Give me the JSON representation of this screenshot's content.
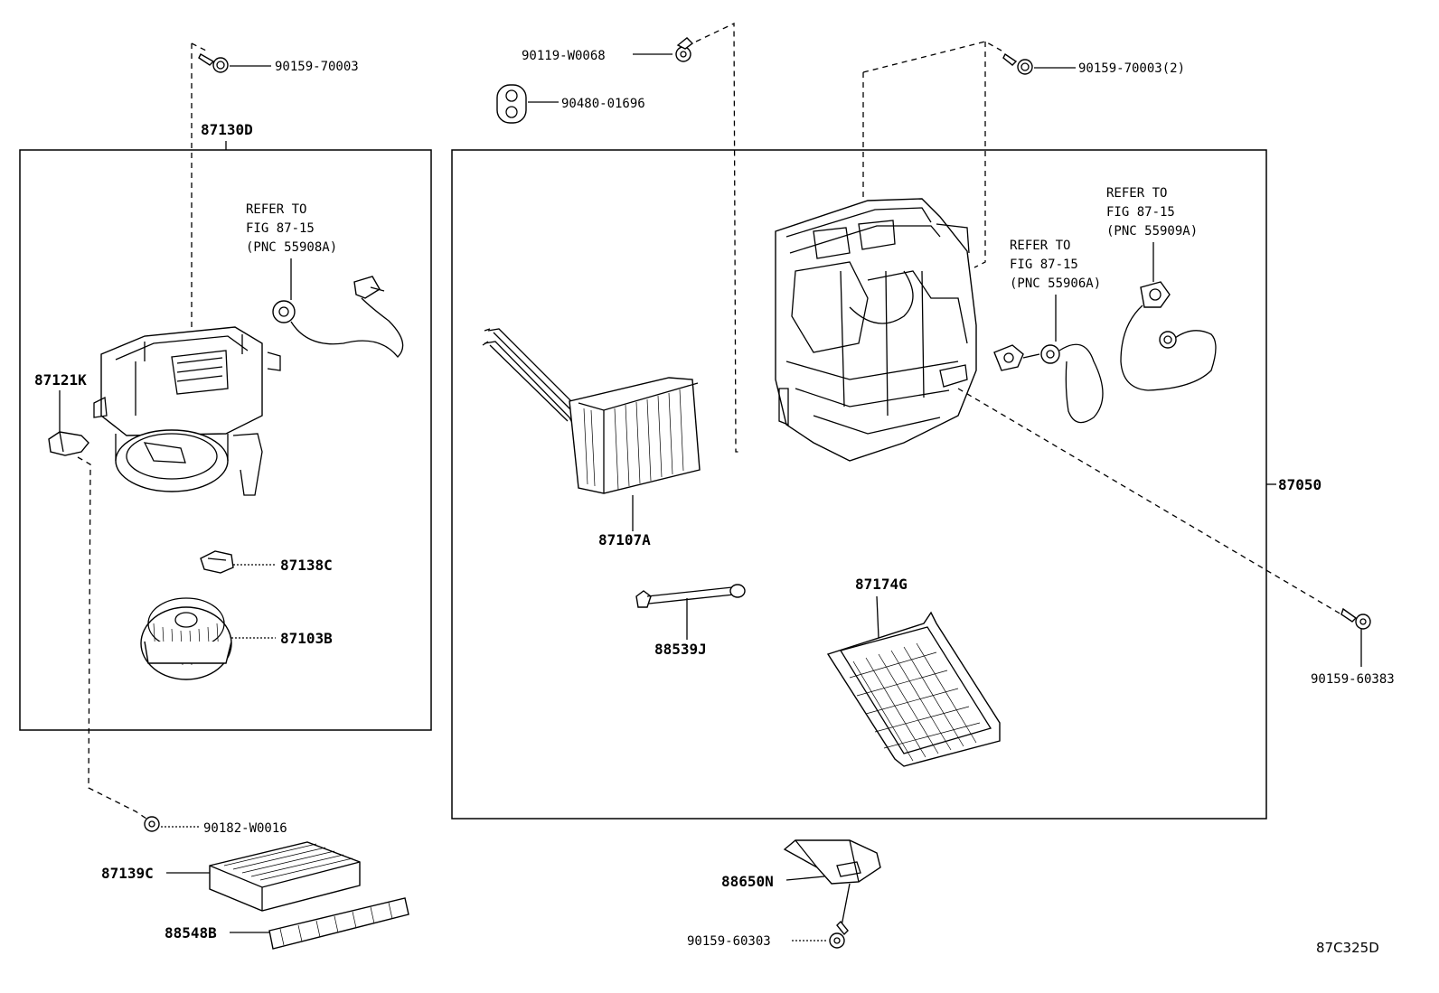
{
  "diagram_code": "87C325D",
  "labels": {
    "p90159_70003": "90159-70003",
    "p87130D": "87130D",
    "refer_left_1": "REFER TO",
    "refer_left_2": "FIG 87-15",
    "refer_left_3": "(PNC 55908A)",
    "p87121K": "87121K",
    "p87138C": "87138C",
    "p87103B": "87103B",
    "p90182_W0016": "90182-W0016",
    "p87139C": "87139C",
    "p88548B": "88548B",
    "p90119_W0068": "90119-W0068",
    "p90480_01696": "90480-01696",
    "p90159_70003_2": "90159-70003(2)",
    "refer_mid_1": "REFER TO",
    "refer_mid_2": "FIG 87-15",
    "refer_mid_3": "(PNC 55906A)",
    "refer_right_1": "REFER TO",
    "refer_right_2": "FIG 87-15",
    "refer_right_3": "(PNC 55909A)",
    "p87107A": "87107A",
    "p87050": "87050",
    "p88539J": "88539J",
    "p87174G": "87174G",
    "p90159_60383": "90159-60383",
    "p88650N": "88650N",
    "p90159_60303": "90159-60303"
  }
}
